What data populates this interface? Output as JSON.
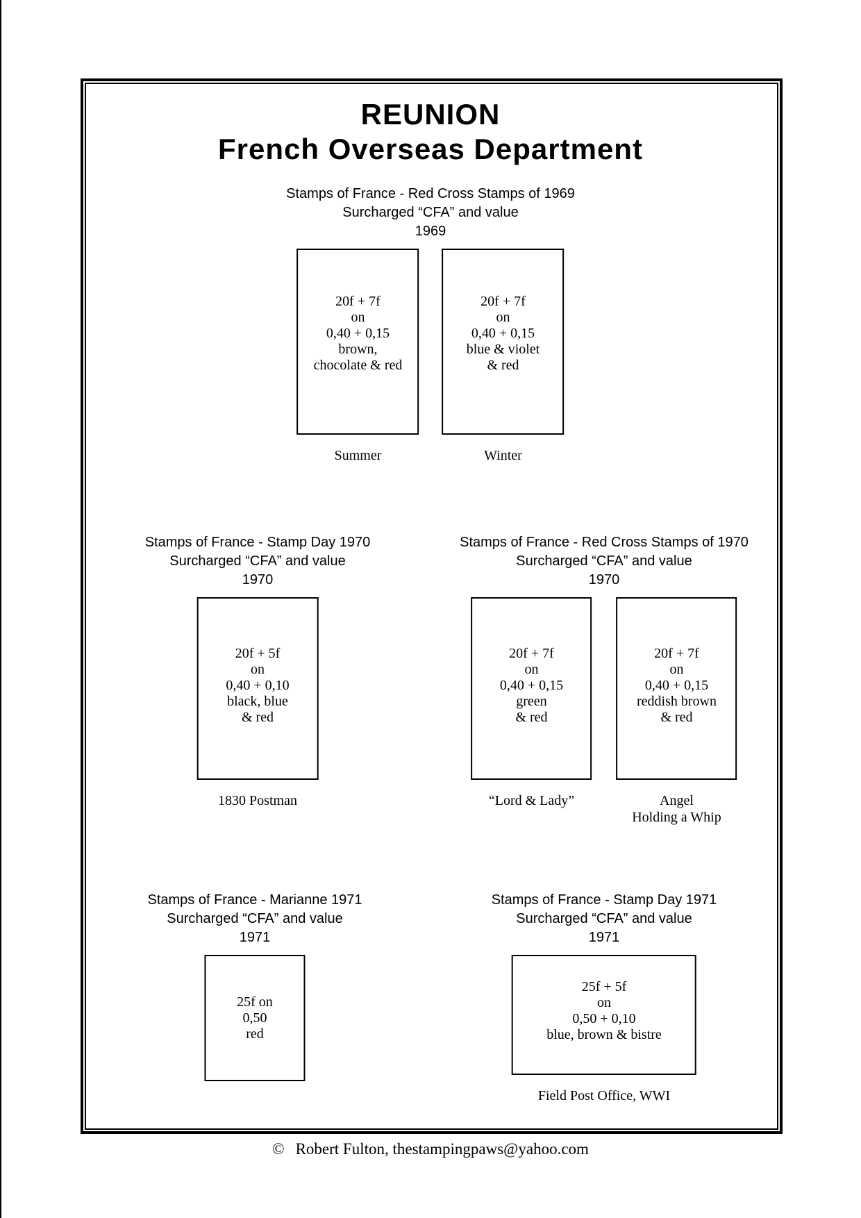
{
  "title": {
    "line1": "REUNION",
    "line2": "French Overseas Department"
  },
  "groups": [
    {
      "header": [
        "Stamps of France - Red Cross Stamps of 1969",
        "Surcharged “CFA” and value",
        "1969"
      ],
      "stamps": [
        {
          "lines": [
            "20f + 7f",
            "on",
            "0,40 + 0,15",
            "brown,",
            "chocolate & red"
          ],
          "caption": [
            "Summer"
          ]
        },
        {
          "lines": [
            "20f + 7f",
            "on",
            "0,40 + 0,15",
            "blue & violet",
            "& red"
          ],
          "caption": [
            "Winter"
          ]
        }
      ]
    },
    {
      "header": [
        "Stamps of France - Stamp Day 1970",
        "Surcharged “CFA” and value",
        "1970"
      ],
      "stamps": [
        {
          "lines": [
            "20f + 5f",
            "on",
            "0,40 + 0,10",
            "black, blue",
            "& red"
          ],
          "caption": [
            "1830 Postman"
          ]
        }
      ]
    },
    {
      "header": [
        "Stamps of France - Red Cross Stamps of 1970",
        "Surcharged “CFA” and value",
        "1970"
      ],
      "stamps": [
        {
          "lines": [
            "20f + 7f",
            "on",
            "0,40 + 0,15",
            "green",
            "& red"
          ],
          "caption": [
            "“Lord & Lady”"
          ]
        },
        {
          "lines": [
            "20f + 7f",
            "on",
            "0,40 + 0,15",
            "reddish brown",
            "& red"
          ],
          "caption": [
            "Angel",
            "Holding a Whip"
          ]
        }
      ]
    },
    {
      "header": [
        "Stamps of France - Marianne 1971",
        "Surcharged “CFA” and value",
        "1971"
      ],
      "stamps": [
        {
          "lines": [
            "25f on",
            "0,50",
            "red"
          ],
          "caption": []
        }
      ]
    },
    {
      "header": [
        "Stamps of France - Stamp Day 1971",
        "Surcharged “CFA” and value",
        "1971"
      ],
      "stamps": [
        {
          "lines": [
            "25f + 5f",
            "on",
            "0,50 + 0,10",
            "blue, brown & bistre"
          ],
          "caption": [
            "Field Post Office, WWI"
          ]
        }
      ]
    }
  ],
  "footer": {
    "symbol": "©",
    "text": "Robert Fulton, thestampingpaws@yahoo.com"
  }
}
